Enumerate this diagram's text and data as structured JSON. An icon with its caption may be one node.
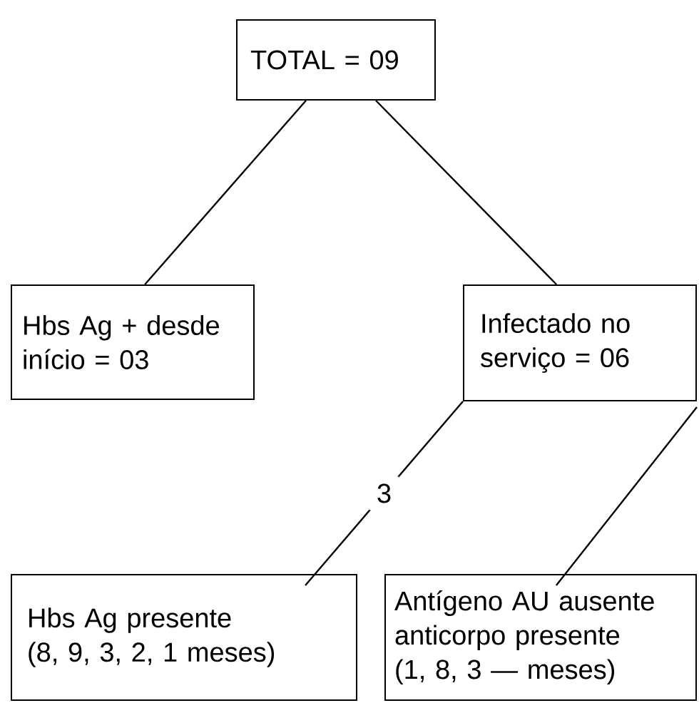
{
  "diagram": {
    "nodes": [
      {
        "text": [
          "TOTAL = 09"
        ]
      },
      {
        "text": [
          "Hbs Ag + desde início = 03"
        ]
      },
      {
        "text": [
          "Infectado no serviço = 06"
        ]
      },
      {
        "text": [
          "Hbs Ag presente",
          "(8, 9, 3, 2, 1 meses)"
        ]
      },
      {
        "text": [
          "Antígeno AU ausente anticorpo presente",
          "(1, 8, 3 — meses)"
        ]
      }
    ],
    "edges": [
      {
        "from": 0,
        "to": 1,
        "arrow": "none"
      },
      {
        "from": 0,
        "to": 2,
        "arrow": "none"
      },
      {
        "from": 2,
        "to": 3,
        "arrow": "none",
        "label": "3"
      },
      {
        "from": 2,
        "to": 4,
        "arrow": "none"
      }
    ]
  }
}
